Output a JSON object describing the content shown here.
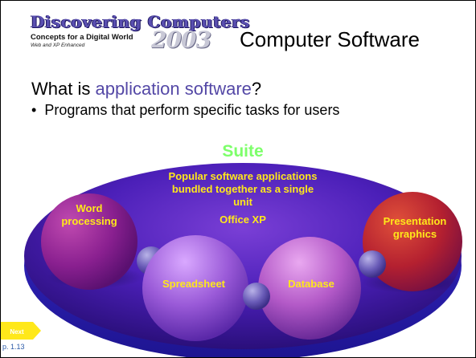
{
  "logo": {
    "title": "Discovering Computers",
    "subtitle": "Concepts for a Digital World",
    "edition": "Web and XP Enhanced",
    "year": "2003"
  },
  "slide": {
    "title": "Computer Software",
    "question_prefix": "What is ",
    "question_highlight": "application software",
    "question_suffix": "?",
    "bullet": "Programs that perform specific tasks for users"
  },
  "diagram": {
    "suite_title": "Suite",
    "suite_desc_line1": "Popular software applications",
    "suite_desc_line2": "bundled together as a single",
    "suite_desc_line3": "unit",
    "example": "Office XP",
    "word_line1": "Word",
    "word_line2": "processing",
    "presentation_line1": "Presentation",
    "presentation_line2": "graphics",
    "spreadsheet": "Spreadsheet",
    "database": "Database"
  },
  "nav": {
    "next_label": "Next",
    "page_ref": "p. 1.13"
  },
  "colors": {
    "title_text": "#000000",
    "highlight": "#5448a6",
    "label_yellow": "#ffe81a",
    "suite_green": "#7dff6a"
  }
}
